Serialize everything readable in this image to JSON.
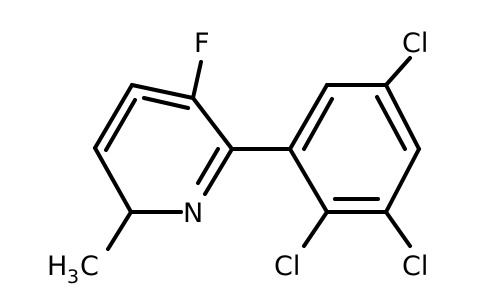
{
  "molecule": {
    "atoms": {
      "fluorine": "F",
      "nitrogen": "N",
      "chlorine_top": "Cl",
      "chlorine_bottom_left": "Cl",
      "chlorine_bottom_right": "Cl",
      "methyl": {
        "main": "H",
        "subscript": "3",
        "suffix": "C"
      }
    },
    "colors": {
      "bond": "#000000",
      "label": "#000000",
      "background": "#ffffff"
    }
  }
}
